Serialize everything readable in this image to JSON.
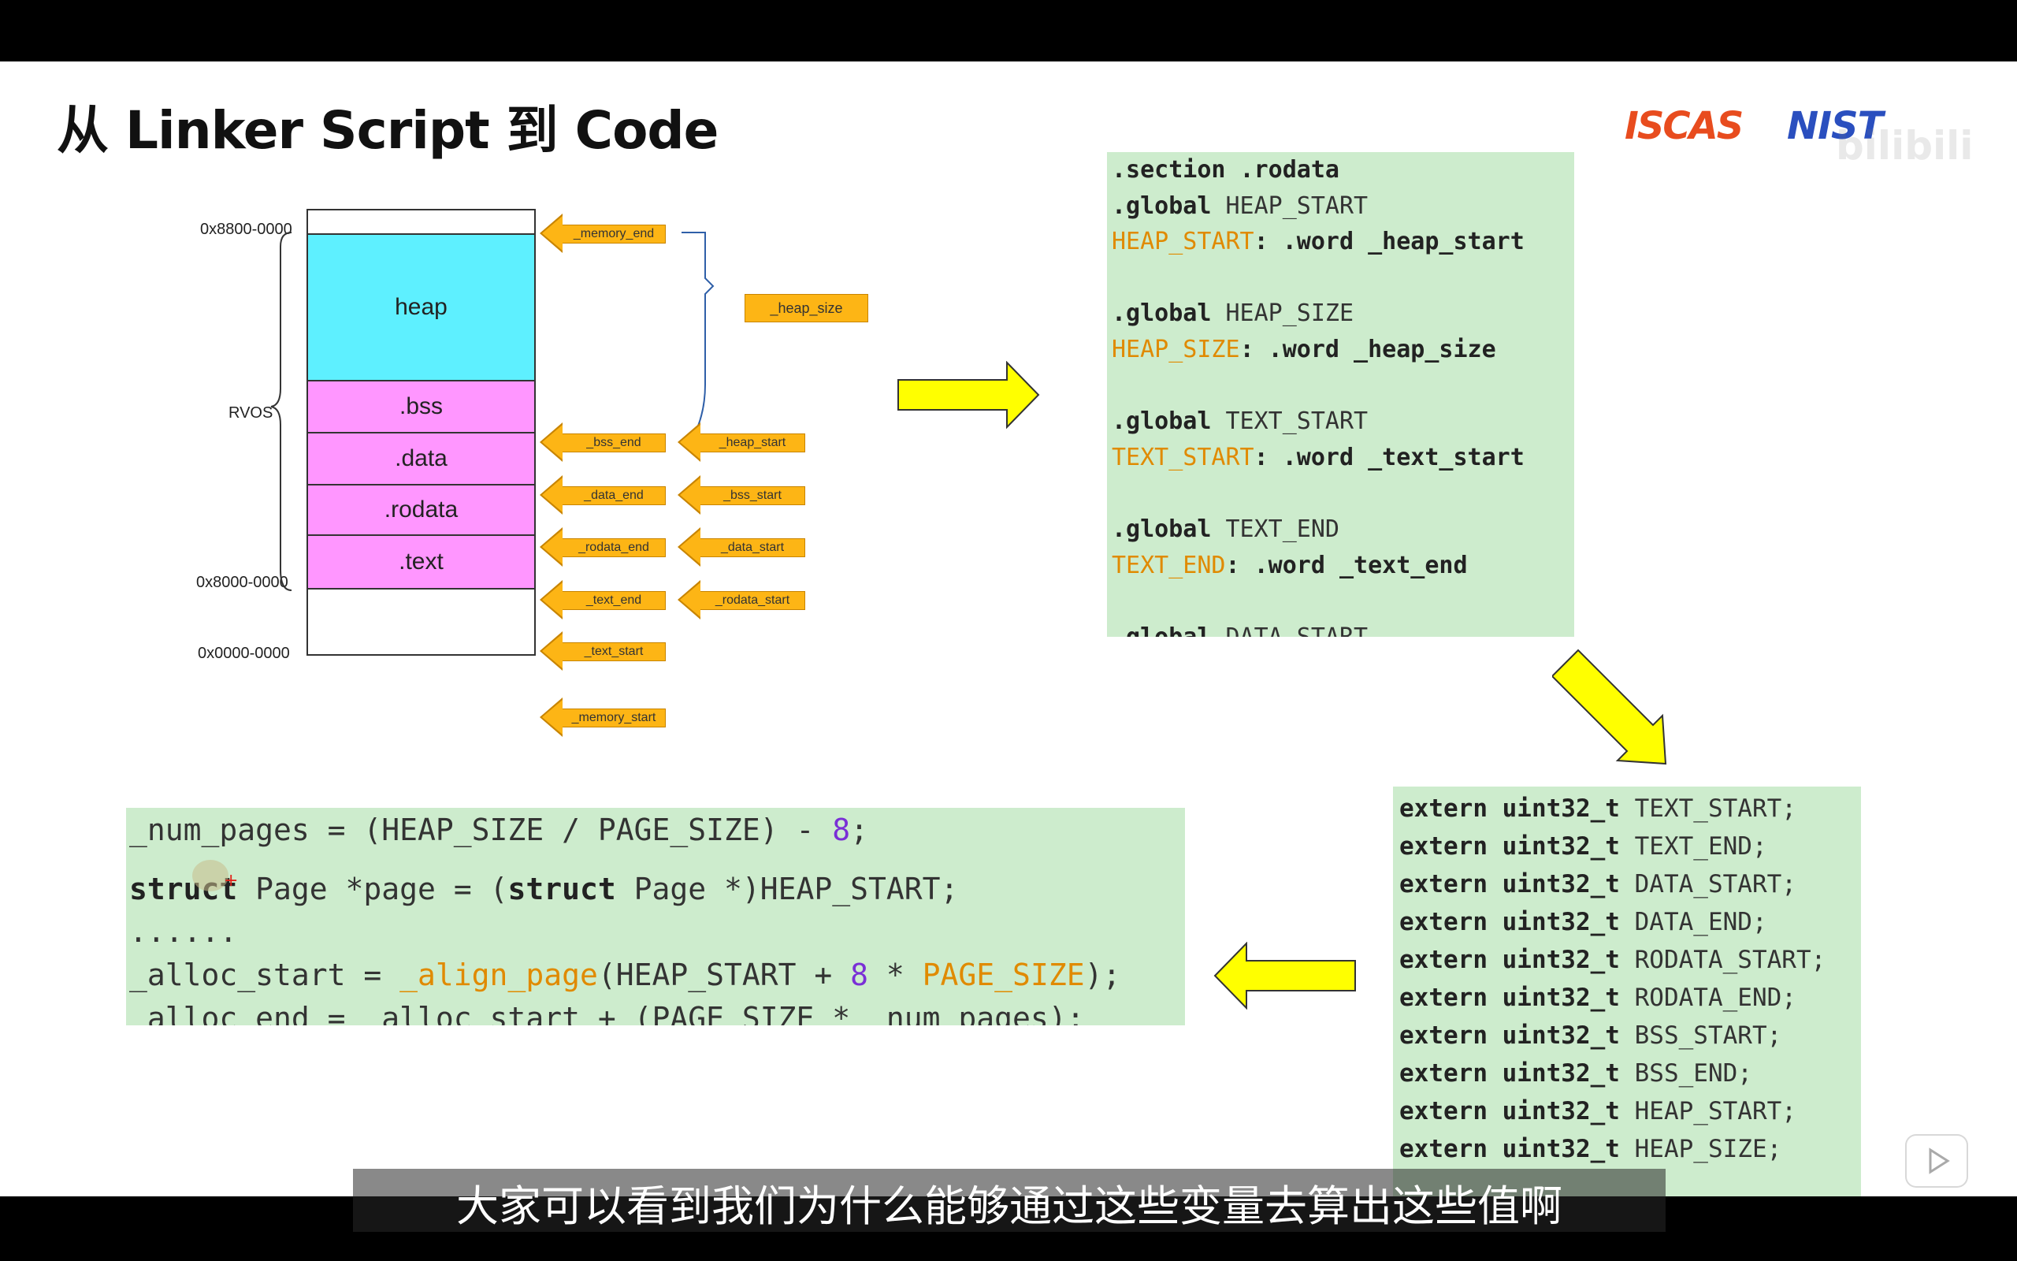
{
  "slide": {
    "title": "从 Linker Script 到 Code",
    "logos": {
      "iscas": "ISCAS",
      "nist": "NIST",
      "watermark": "bilibili"
    }
  },
  "memory_diagram": {
    "addresses": {
      "top": "0x8800-0000",
      "rvos": "RVOS",
      "kernel_base": "0x8000-0000",
      "zero": "0x0000-0000"
    },
    "segments": {
      "heap": "heap",
      "bss": ".bss",
      "data": ".data",
      "rodata": ".rodata",
      "text": ".text"
    },
    "left_tags": {
      "memory_end": "_memory_end",
      "bss_end": "_bss_end",
      "data_end": "_data_end",
      "rodata_end": "_rodata_end",
      "text_end": "_text_end",
      "text_start": "_text_start",
      "memory_start": "_memory_start"
    },
    "right_tags": {
      "heap_start": "_heap_start",
      "bss_start": "_bss_start",
      "data_start": "_data_start",
      "rodata_start": "_rodata_start"
    },
    "heap_size": "_heap_size"
  },
  "asm_panel": {
    "l1": ".section .rodata",
    "l2_kw": ".global",
    "l2_sym": " HEAP_START",
    "l3_label": "HEAP_START",
    "l3_rest": ": .word _heap_start",
    "l4_kw": ".global",
    "l4_sym": " HEAP_SIZE",
    "l5_label": "HEAP_SIZE",
    "l5_rest": ": .word _heap_size",
    "l6_kw": ".global",
    "l6_sym": " TEXT_START",
    "l7_label": "TEXT_START",
    "l7_rest": ": .word _text_start",
    "l8_kw": ".global",
    "l8_sym": " TEXT_END",
    "l9_label": "TEXT_END",
    "l9_rest": ": .word _text_end",
    "l10_kw": ".global",
    "l10_sym": " DATA_START"
  },
  "extern_panel": {
    "keyword": "extern uint32_t",
    "symbols": [
      "TEXT_START;",
      "TEXT_END;",
      "DATA_START;",
      "DATA_END;",
      "RODATA_START;",
      "RODATA_END;",
      "BSS_START;",
      "BSS_END;",
      "HEAP_START;",
      "HEAP_SIZE;"
    ]
  },
  "c_panel": {
    "l1_a": "_num_pages = (HEAP_SIZE / PAGE_SIZE) - ",
    "l1_num": "8",
    "l1_b": ";",
    "l2_kw1": "struct",
    "l2_a": " Page *page = (",
    "l2_kw2": "struct",
    "l2_b": " Page *)HEAP_START;",
    "l3": "......",
    "l4_a": "_alloc_start = ",
    "l4_fn": "_align_page",
    "l4_b": "(HEAP_START + ",
    "l4_num": "8",
    "l4_c": " * ",
    "l4_d": "PAGE_SIZE",
    "l4_e": ");",
    "l5": "_alloc_end = _alloc_start + (PAGE_SIZE * _num_pages);"
  },
  "subtitle": "大家可以看到我们为什么能够通过这些变量去算出这些值啊",
  "colors": {
    "heap": "#5ef0ff",
    "segment": "#ff96ff",
    "tag": "#fdb515",
    "code_bg": "#cdeccd",
    "big_arrow": "#ffff00",
    "label_orange": "#e08a00"
  }
}
